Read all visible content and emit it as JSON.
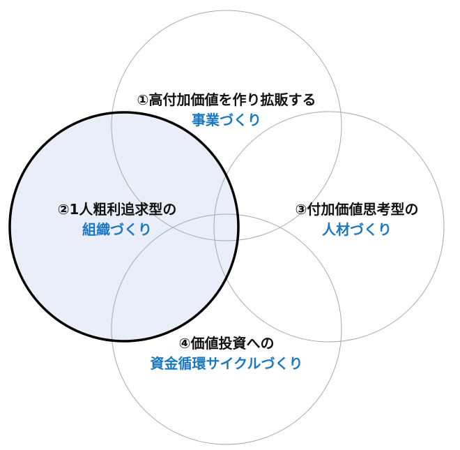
{
  "colors": {
    "highlight_fill": "#e9eef8",
    "highlight_stroke": "#000000",
    "circle_stroke": "#a8a8a8",
    "accent": "#1a78c2"
  },
  "circles": [
    {
      "id": "1",
      "line1": "①高付加価値を作り拡販する",
      "line2": "事業づくり",
      "highlighted": false
    },
    {
      "id": "2",
      "line1": "②1人粗利追求型の",
      "line2": "組織づくり",
      "highlighted": true
    },
    {
      "id": "3",
      "line1": "③付加価値思考型の",
      "line2": "人材づくり",
      "highlighted": false
    },
    {
      "id": "4",
      "line1": "④価値投資への",
      "line2": "資金循環サイクルづくり",
      "highlighted": false
    }
  ]
}
